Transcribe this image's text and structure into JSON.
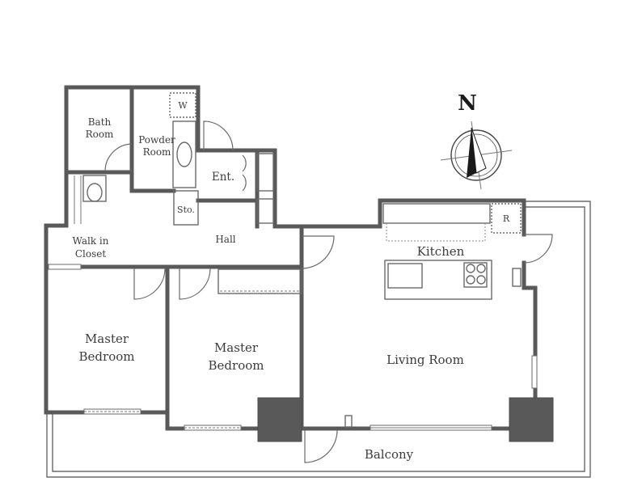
{
  "rooms": {
    "bath_room": [
      "Bath",
      "Room"
    ],
    "powder_room": [
      "Powder",
      "Room"
    ],
    "washer": "W",
    "entrance": "Ent.",
    "storage": "Sto.",
    "hall": "Hall",
    "walk_in_closet": [
      "Walk in",
      "Closet"
    ],
    "master_bedroom_1": [
      "Master",
      "Bedroom"
    ],
    "master_bedroom_2": [
      "Master",
      "Bedroom"
    ],
    "kitchen": "Kitchen",
    "refrigerator": "R",
    "living_room": "Living Room",
    "balcony": "Balcony"
  },
  "compass": {
    "label": "N"
  },
  "colors": {
    "wall": "#595959",
    "column": "#595959",
    "line": "#6a6a6a"
  }
}
